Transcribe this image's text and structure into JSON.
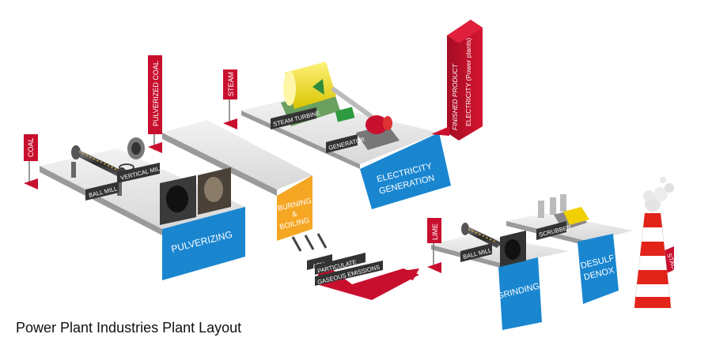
{
  "caption": "Power Plant Industries Plant Layout",
  "flags": {
    "coal": "COAL",
    "pulverized_coal": "PULVERIZED COAL",
    "steam": "STEAM",
    "lime": "LIME",
    "stack": "STACK",
    "finished_product_line1": "FINISHED PRODUCT",
    "finished_product_line2": "ELECTRICITY (Power plants)"
  },
  "equipment": {
    "ball_mill": "BALL MILL",
    "vertical_mill": "VERTICAL MILL",
    "steam_turbine": "STEAM TURBINE",
    "generator": "GENERATOR",
    "ball_mill_2": "BALL MILL",
    "scrubber": "SCRUBBER"
  },
  "stages": {
    "pulverizing": "PULVERIZING",
    "burning_1": "BURNING",
    "burning_2": "&",
    "burning_3": "BOILING",
    "electricity_1": "ELECTRICITY",
    "electricity_2": "GENERATION",
    "grinding": "GRINDING",
    "desulf_1": "DESULF",
    "desulf_2": "DENOX"
  },
  "outputs": {
    "ash": "ASH",
    "particulate": "PARTICULATE",
    "gaseous": "GASEOUS EMISSIONS"
  },
  "colors": {
    "red": "#c8102e",
    "blue": "#1a86d0",
    "orange": "#f5a623",
    "platform": "#e6e6e6"
  }
}
